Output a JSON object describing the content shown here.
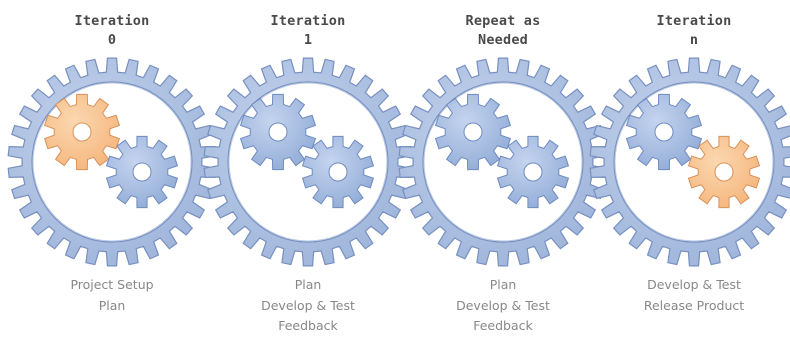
{
  "colors": {
    "big_gear_fill": "#9cb3d9",
    "big_gear_stroke": "#7890c0",
    "blue_gear_fill": "#8faad6",
    "orange_gear_fill": "#f5b47a",
    "title_text": "#4a4a4a",
    "activity_text": "#888888"
  },
  "stages": [
    {
      "title": [
        "Iteration",
        "0"
      ],
      "activities": [
        "Project Setup",
        "Plan"
      ],
      "highlight": "upper-left",
      "icon": "gear-icon"
    },
    {
      "title": [
        "Iteration",
        "1"
      ],
      "activities": [
        "Plan",
        "Develop & Test",
        "Feedback"
      ],
      "highlight": "none",
      "icon": "gear-icon"
    },
    {
      "title": [
        "Repeat as",
        "Needed"
      ],
      "activities": [
        "Plan",
        "Develop & Test",
        "Feedback"
      ],
      "highlight": "none",
      "icon": "gear-icon"
    },
    {
      "title": [
        "Iteration",
        "n"
      ],
      "activities": [
        "Develop & Test",
        "Release Product"
      ],
      "highlight": "lower-right",
      "icon": "gear-icon"
    }
  ]
}
